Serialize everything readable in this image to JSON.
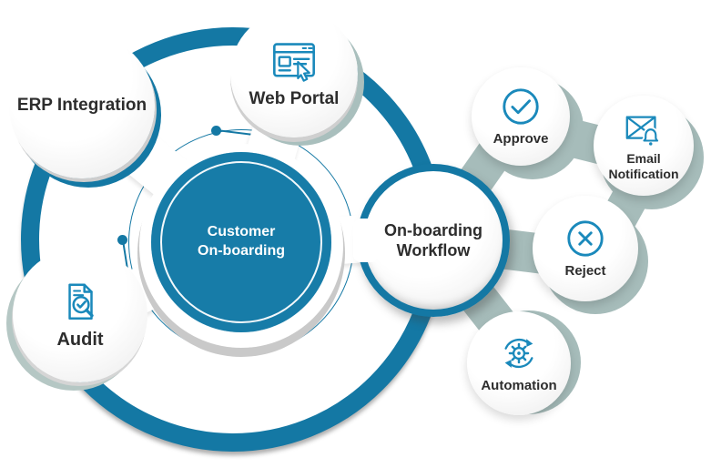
{
  "diagram_title": "Customer On-boarding",
  "colors": {
    "teal_primary": "#1478a4",
    "teal_disc": "#177ca8",
    "icon_teal": "#1a89bb",
    "sage_connector": "#a6bcba",
    "shadow_silver": "#cdcdcd",
    "text_dark": "#2d2d2d",
    "text_light": "#ffffff"
  },
  "center_node": {
    "line1": "Customer",
    "line2": "On-boarding"
  },
  "nodes": {
    "erp": {
      "label": "ERP Integration"
    },
    "web_portal": {
      "label": "Web Portal",
      "icon": "browser-cursor-icon"
    },
    "audit": {
      "label": "Audit",
      "icon": "audit-document-magnifier-icon"
    },
    "workflow": {
      "line1": "On-boarding",
      "line2": "Workflow"
    },
    "approve": {
      "label": "Approve",
      "icon": "check-circle-icon"
    },
    "email_notification": {
      "line1": "Email",
      "line2": "Notification",
      "icon": "envelope-bell-icon"
    },
    "reject": {
      "label": "Reject",
      "icon": "x-circle-icon"
    },
    "automation": {
      "label": "Automation",
      "icon": "gear-sync-icon"
    }
  }
}
